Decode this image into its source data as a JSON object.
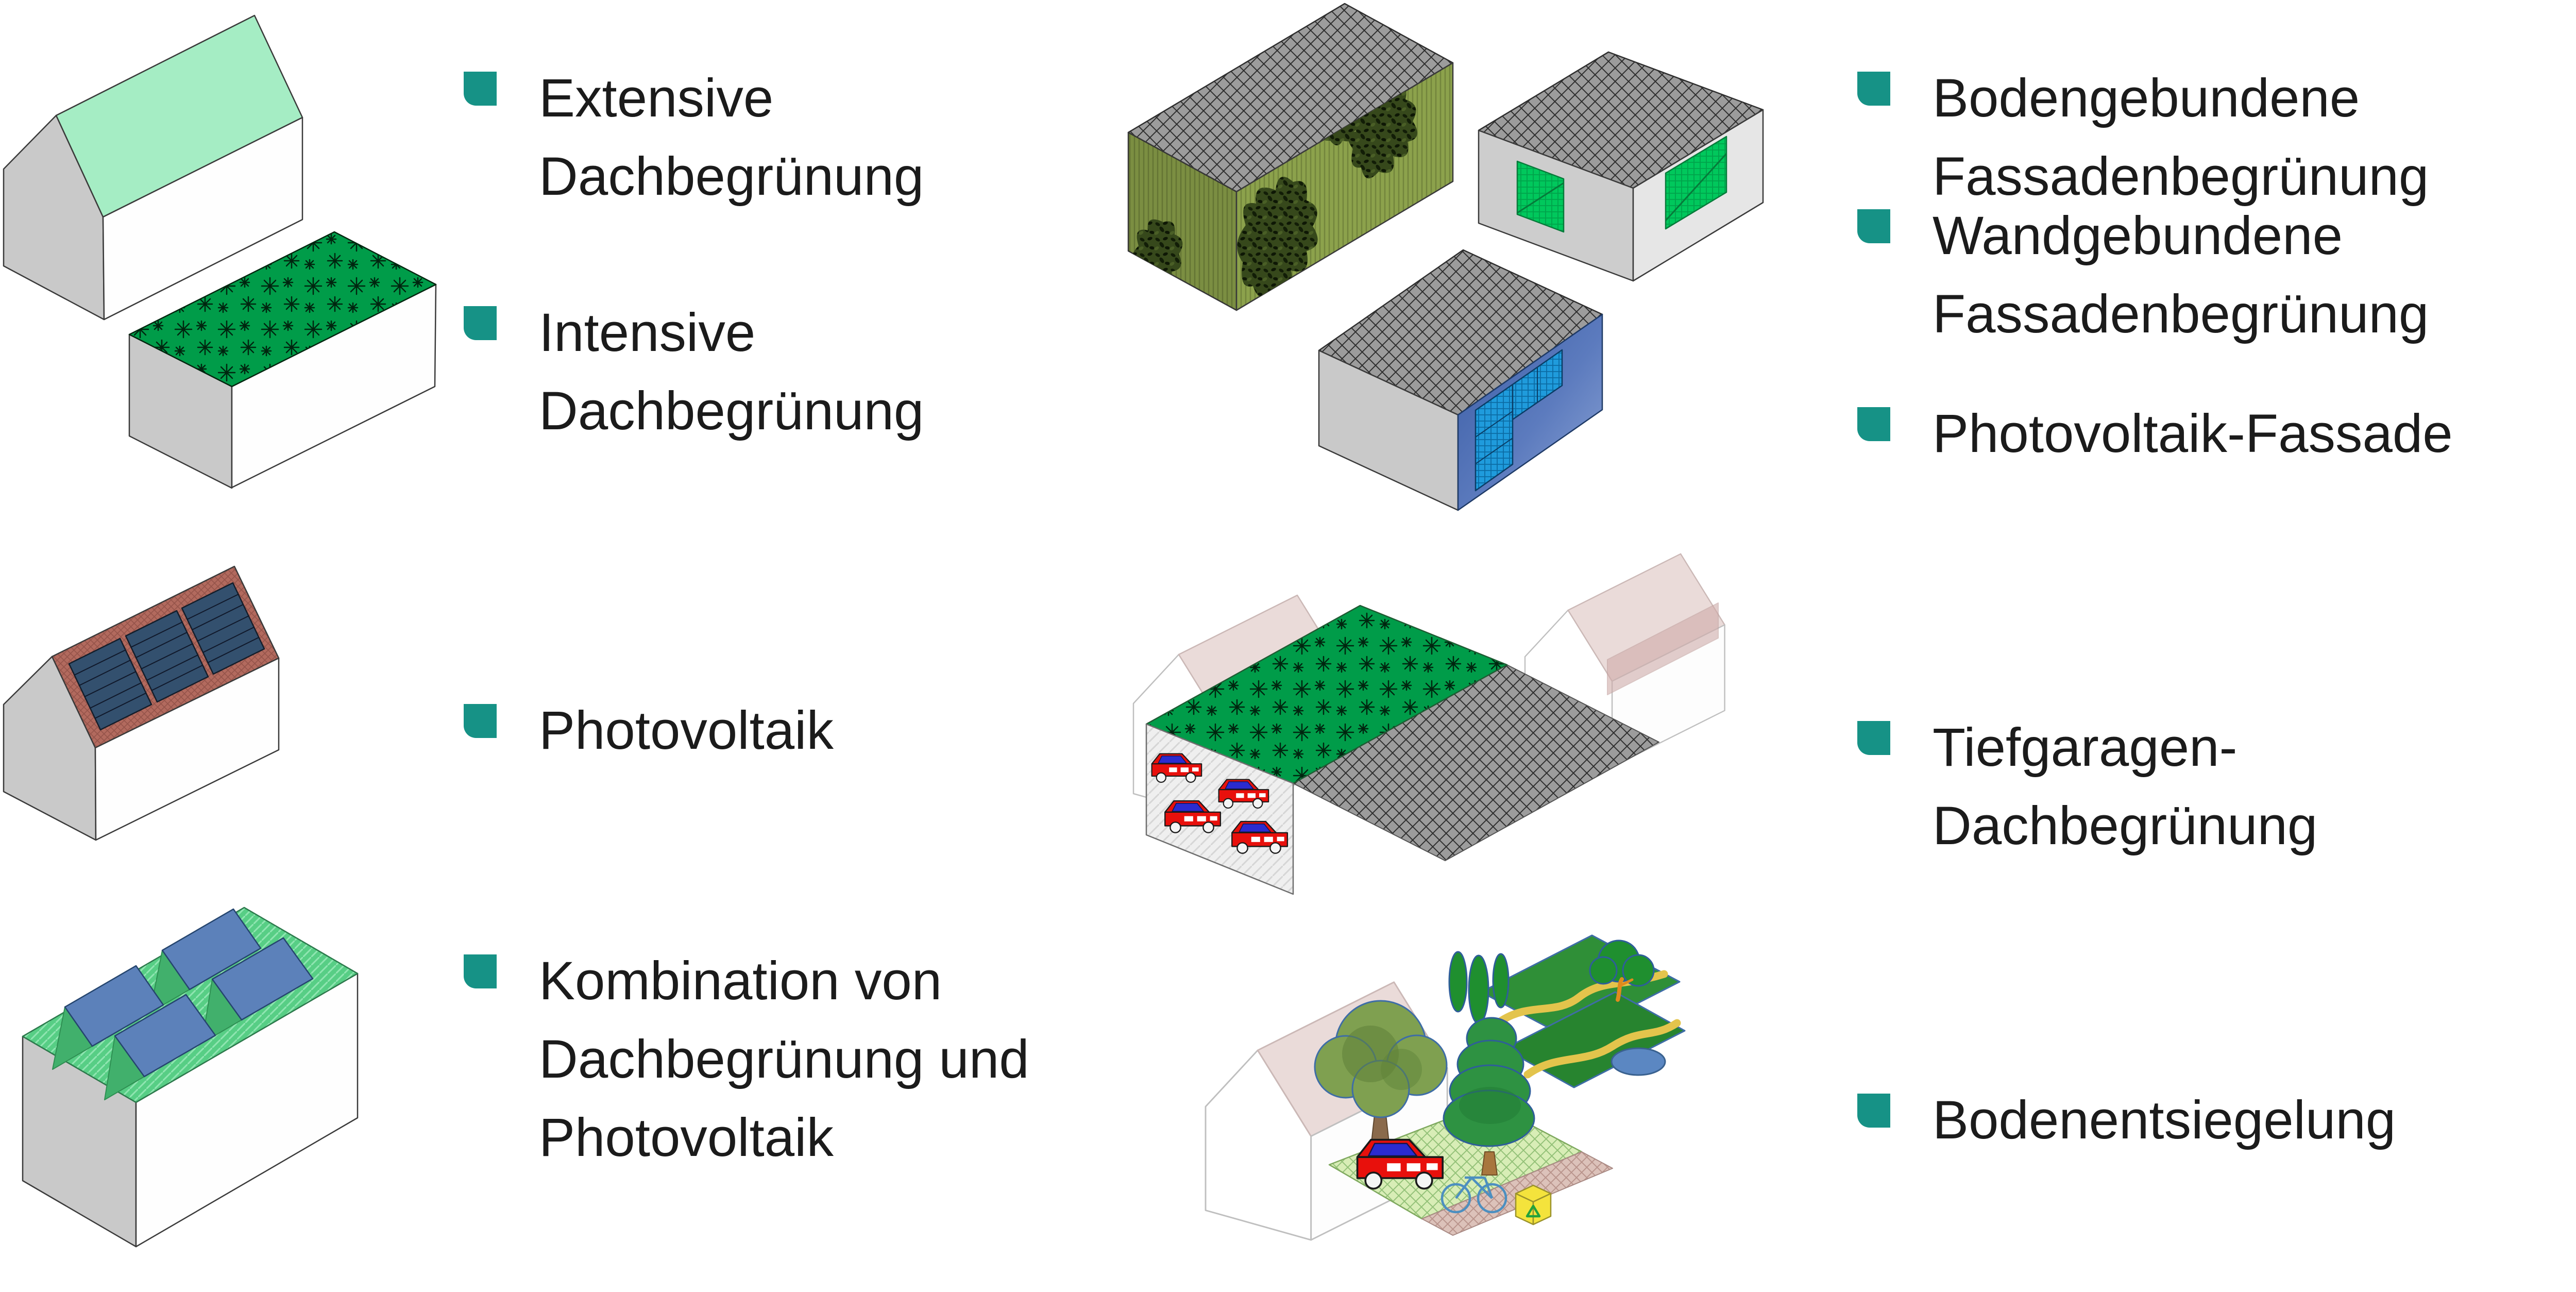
{
  "palette": {
    "accent": "#169286",
    "text": "#1b1b1b",
    "background": "#ffffff",
    "roof_extensive_green": "#a5edc4",
    "roof_intensive_green": "#009c49",
    "pv_panel_dark_blue": "#33506e",
    "pv_facade_blue": "#3a5ca4",
    "facade_olive_green": "#8ca24c",
    "wall_panel_green": "#00c85c",
    "ghost_roof_pink": "#eadbd9",
    "car_red": "#e8100c"
  },
  "legend": {
    "left": [
      {
        "id": "extensive-dachbegruenung",
        "label": "Extensive\nDachbegrünung",
        "illustration": "gable-house-with-extensive-green-roof"
      },
      {
        "id": "intensive-dachbegruenung",
        "label": "Intensive\nDachbegrünung",
        "illustration": "flat-building-with-intensive-green-roof"
      },
      {
        "id": "photovoltaik",
        "label": "Photovoltaik",
        "illustration": "gable-house-with-rooftop-solar-panels"
      },
      {
        "id": "kombination-dachbegruenung-photovoltaik",
        "label": "Kombination von\nDachbegrünung und\nPhotovoltaik",
        "illustration": "flat-building-with-green-roof-and-tilted-solar-panels"
      }
    ],
    "right": [
      {
        "id": "bodengebundene-fassadenbegruenung",
        "label": "Bodengebundene\nFassadenbegrünung",
        "illustration": "building-with-ground-based-ivy-facade"
      },
      {
        "id": "wandgebundene-fassadenbegruenung",
        "label": "Wandgebundene\nFassadenbegrünung",
        "illustration": "building-with-wall-mounted-green-panels"
      },
      {
        "id": "photovoltaik-fassade",
        "label": "Photovoltaik-Fassade",
        "illustration": "building-with-photovoltaic-facade"
      },
      {
        "id": "tiefgaragen-dachbegruenung",
        "label": "Tiefgaragen-\nDachbegrünung",
        "illustration": "underground-garage-with-green-roof-cars-and-pavement"
      },
      {
        "id": "bodenentsiegelung",
        "label": "Bodenentsiegelung",
        "illustration": "garden-scene-with-trees-car-bicycle-and-unsealed-ground"
      }
    ]
  }
}
